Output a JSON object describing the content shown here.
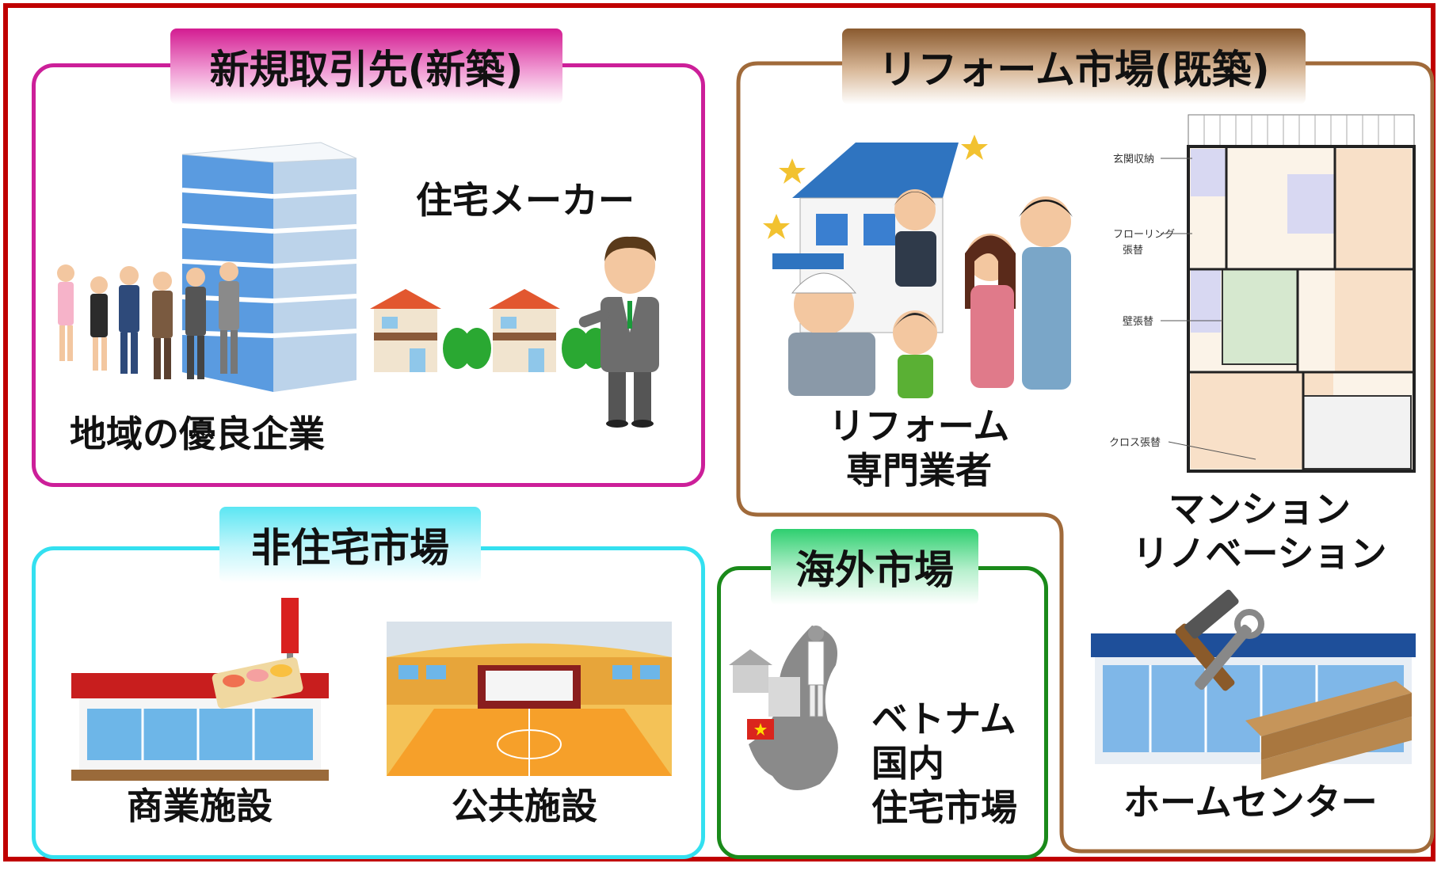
{
  "sections": {
    "new_build": {
      "title": "新規取引先(新築)",
      "label_companies": "地域の優良企業",
      "label_makers": "住宅メーカー",
      "color": "#cc1f99"
    },
    "reform": {
      "title": "リフォーム市場(既築)",
      "label_specialists": [
        "リフォーム",
        "専門業者"
      ],
      "label_mansion": [
        "マンション",
        "リノベーション"
      ],
      "label_homecenter": "ホームセンター",
      "floorplan_notes": [
        "玄関収納",
        "フローリング",
        "張替",
        "壁張替",
        "クロス張替"
      ],
      "color": "#a06a3a"
    },
    "non_residential": {
      "title": "非住宅市場",
      "label_commercial": "商業施設",
      "label_public": "公共施設",
      "color": "#33e0f0"
    },
    "overseas": {
      "title": "海外市場",
      "label": [
        "ベトナム",
        "国内",
        "住宅市場"
      ],
      "color": "#1a8a1a"
    }
  },
  "frame_color": "#c00000"
}
